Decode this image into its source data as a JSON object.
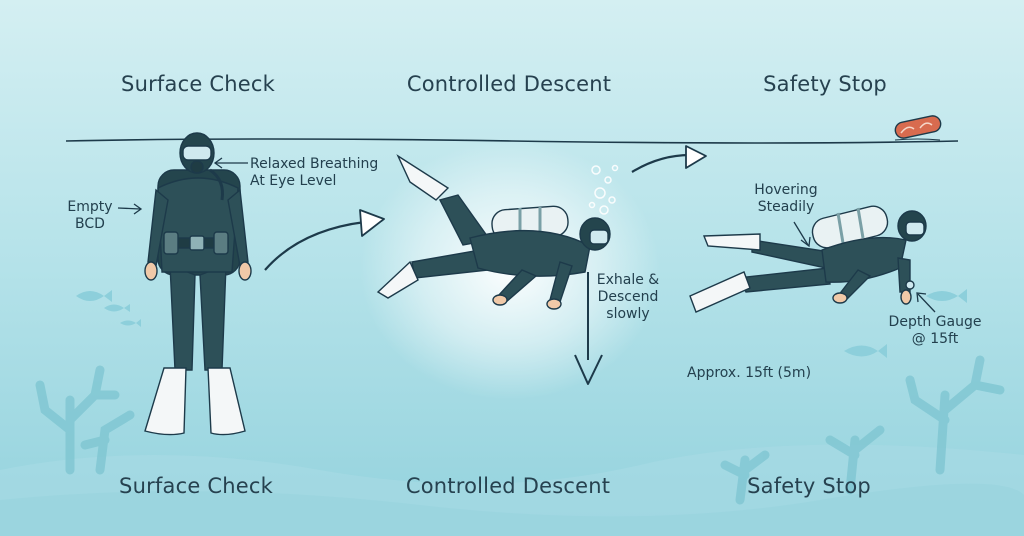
{
  "titles": {
    "top": [
      "Surface Check",
      "Controlled Descent",
      "Safety Stop"
    ],
    "bottom": [
      "Surface Check",
      "Controlled Descent",
      "Safety Stop"
    ]
  },
  "labels": {
    "relaxed_line1": "Relaxed Breathing",
    "relaxed_line2": "At Eye Level",
    "empty_line1": "Empty",
    "empty_line2": "BCD",
    "exhale_line1": "Exhale &",
    "exhale_line2": "Descend",
    "exhale_line3": "slowly",
    "hover_line1": "Hovering",
    "hover_line2": "Steadily",
    "gauge_line1": "Depth Gauge",
    "gauge_line2": "@ 15ft",
    "depth_note": "Approx. 15ft (5m)"
  },
  "colors": {
    "water_top": "#d4eff2",
    "water_mid": "#a9dde6",
    "water_bottom": "#8fd0dc",
    "suit": "#2d5058",
    "suit_dark": "#1f3c44",
    "fin": "#f4f7f8",
    "coral": "#7fc6d2",
    "buoy": "#d86b4f",
    "outline": "#1d3a4a"
  }
}
